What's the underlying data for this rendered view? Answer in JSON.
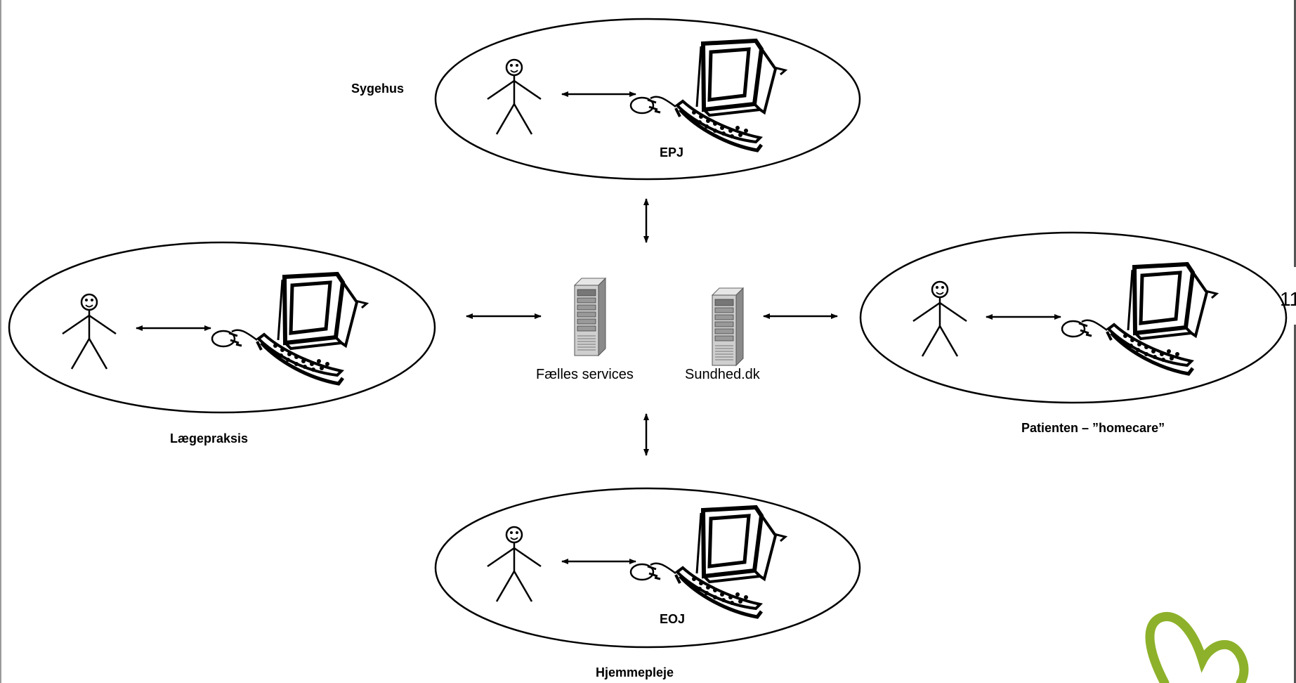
{
  "nodes": {
    "sygehus": {
      "label": "Sygehus",
      "system": "EPJ"
    },
    "laegepraksis": {
      "label": "Lægepraksis"
    },
    "patienten": {
      "label": "Patienten – ”homecare”"
    },
    "hjemmepleje": {
      "label": "Hjemmepleje",
      "system": "EOJ"
    }
  },
  "servers": {
    "faelles": {
      "label": "Fælles services"
    },
    "sundhed": {
      "label": "Sundhed.dk"
    }
  },
  "page_number": "11",
  "colors": {
    "stroke": "#000000",
    "server_light": "#cfcfcf",
    "server_dark": "#8a8a8a",
    "logo_green": "#8db12a"
  }
}
